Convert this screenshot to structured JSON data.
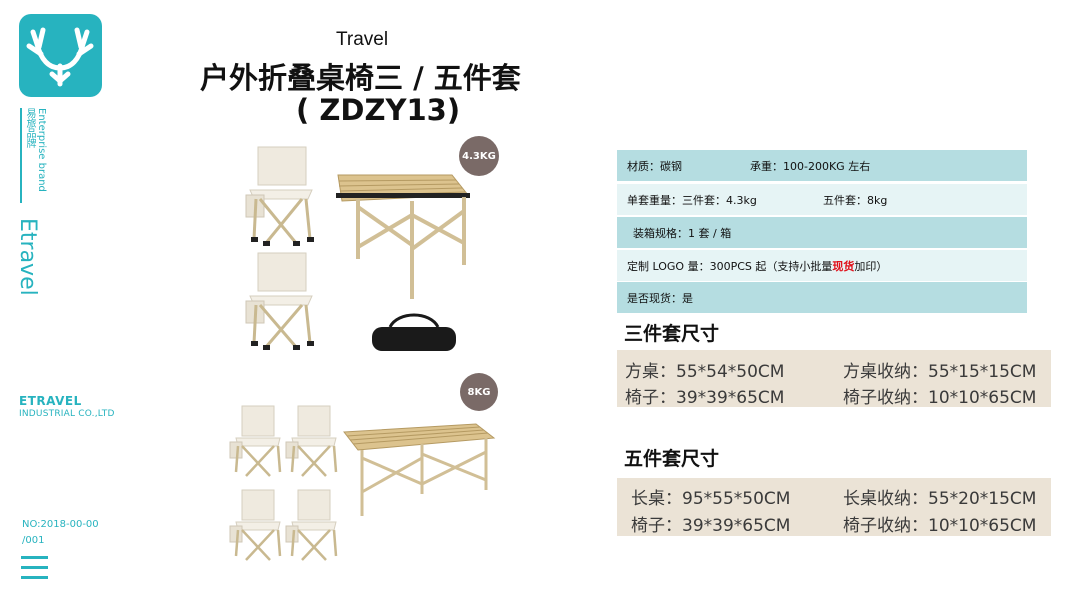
{
  "sidebar": {
    "vertical_cn": "易旅品牌",
    "vertical_en": "Enterprise brand",
    "etravel_vertical": "Etravel",
    "company_name": "ETRAVEL",
    "company_sub": "INDUSTRIAL CO.,LTD",
    "doc_no_line1": "NO:2018-00-00",
    "doc_no_line2": "/001"
  },
  "header": {
    "subtitle": "Travel",
    "title": "户外折叠桌椅三 / 五件套",
    "model": "( ZDZY13)"
  },
  "products": {
    "set3_weight_badge": "4.3KG",
    "set5_weight_badge": "8KG"
  },
  "specs": {
    "row1_a": "材质：碳钢",
    "row1_b": "承重：100-200KG 左右",
    "row2_a": "单套重量：三件套：4.3kg",
    "row2_b": "五件套：8kg",
    "row3": "装箱规格：1 套 / 箱",
    "row4_pre": "定制 LOGO 量：300PCS 起（支持小批量",
    "row4_hl": "现货",
    "row4_post": "加印）",
    "row5": "是否现货：是"
  },
  "set3": {
    "title": "三件套尺寸",
    "r1_l": "方桌：55*54*50CM",
    "r1_r": "方桌收纳：55*15*15CM",
    "r2_l": "椅子：39*39*65CM",
    "r2_r": "椅子收纳：10*10*65CM"
  },
  "set5": {
    "title": "五件套尺寸",
    "r1_l": "长桌：95*55*50CM",
    "r1_r": "长桌收纳：55*20*15CM",
    "r2_l": "椅子：39*39*65CM",
    "r2_r": "椅子收纳：10*10*65CM"
  },
  "colors": {
    "accent": "#27b3bf",
    "spec_row": "#b5dde1",
    "spec_row_alt": "#e6f4f5",
    "dim_box": "#ebe3d6",
    "highlight": "#e0121b"
  }
}
